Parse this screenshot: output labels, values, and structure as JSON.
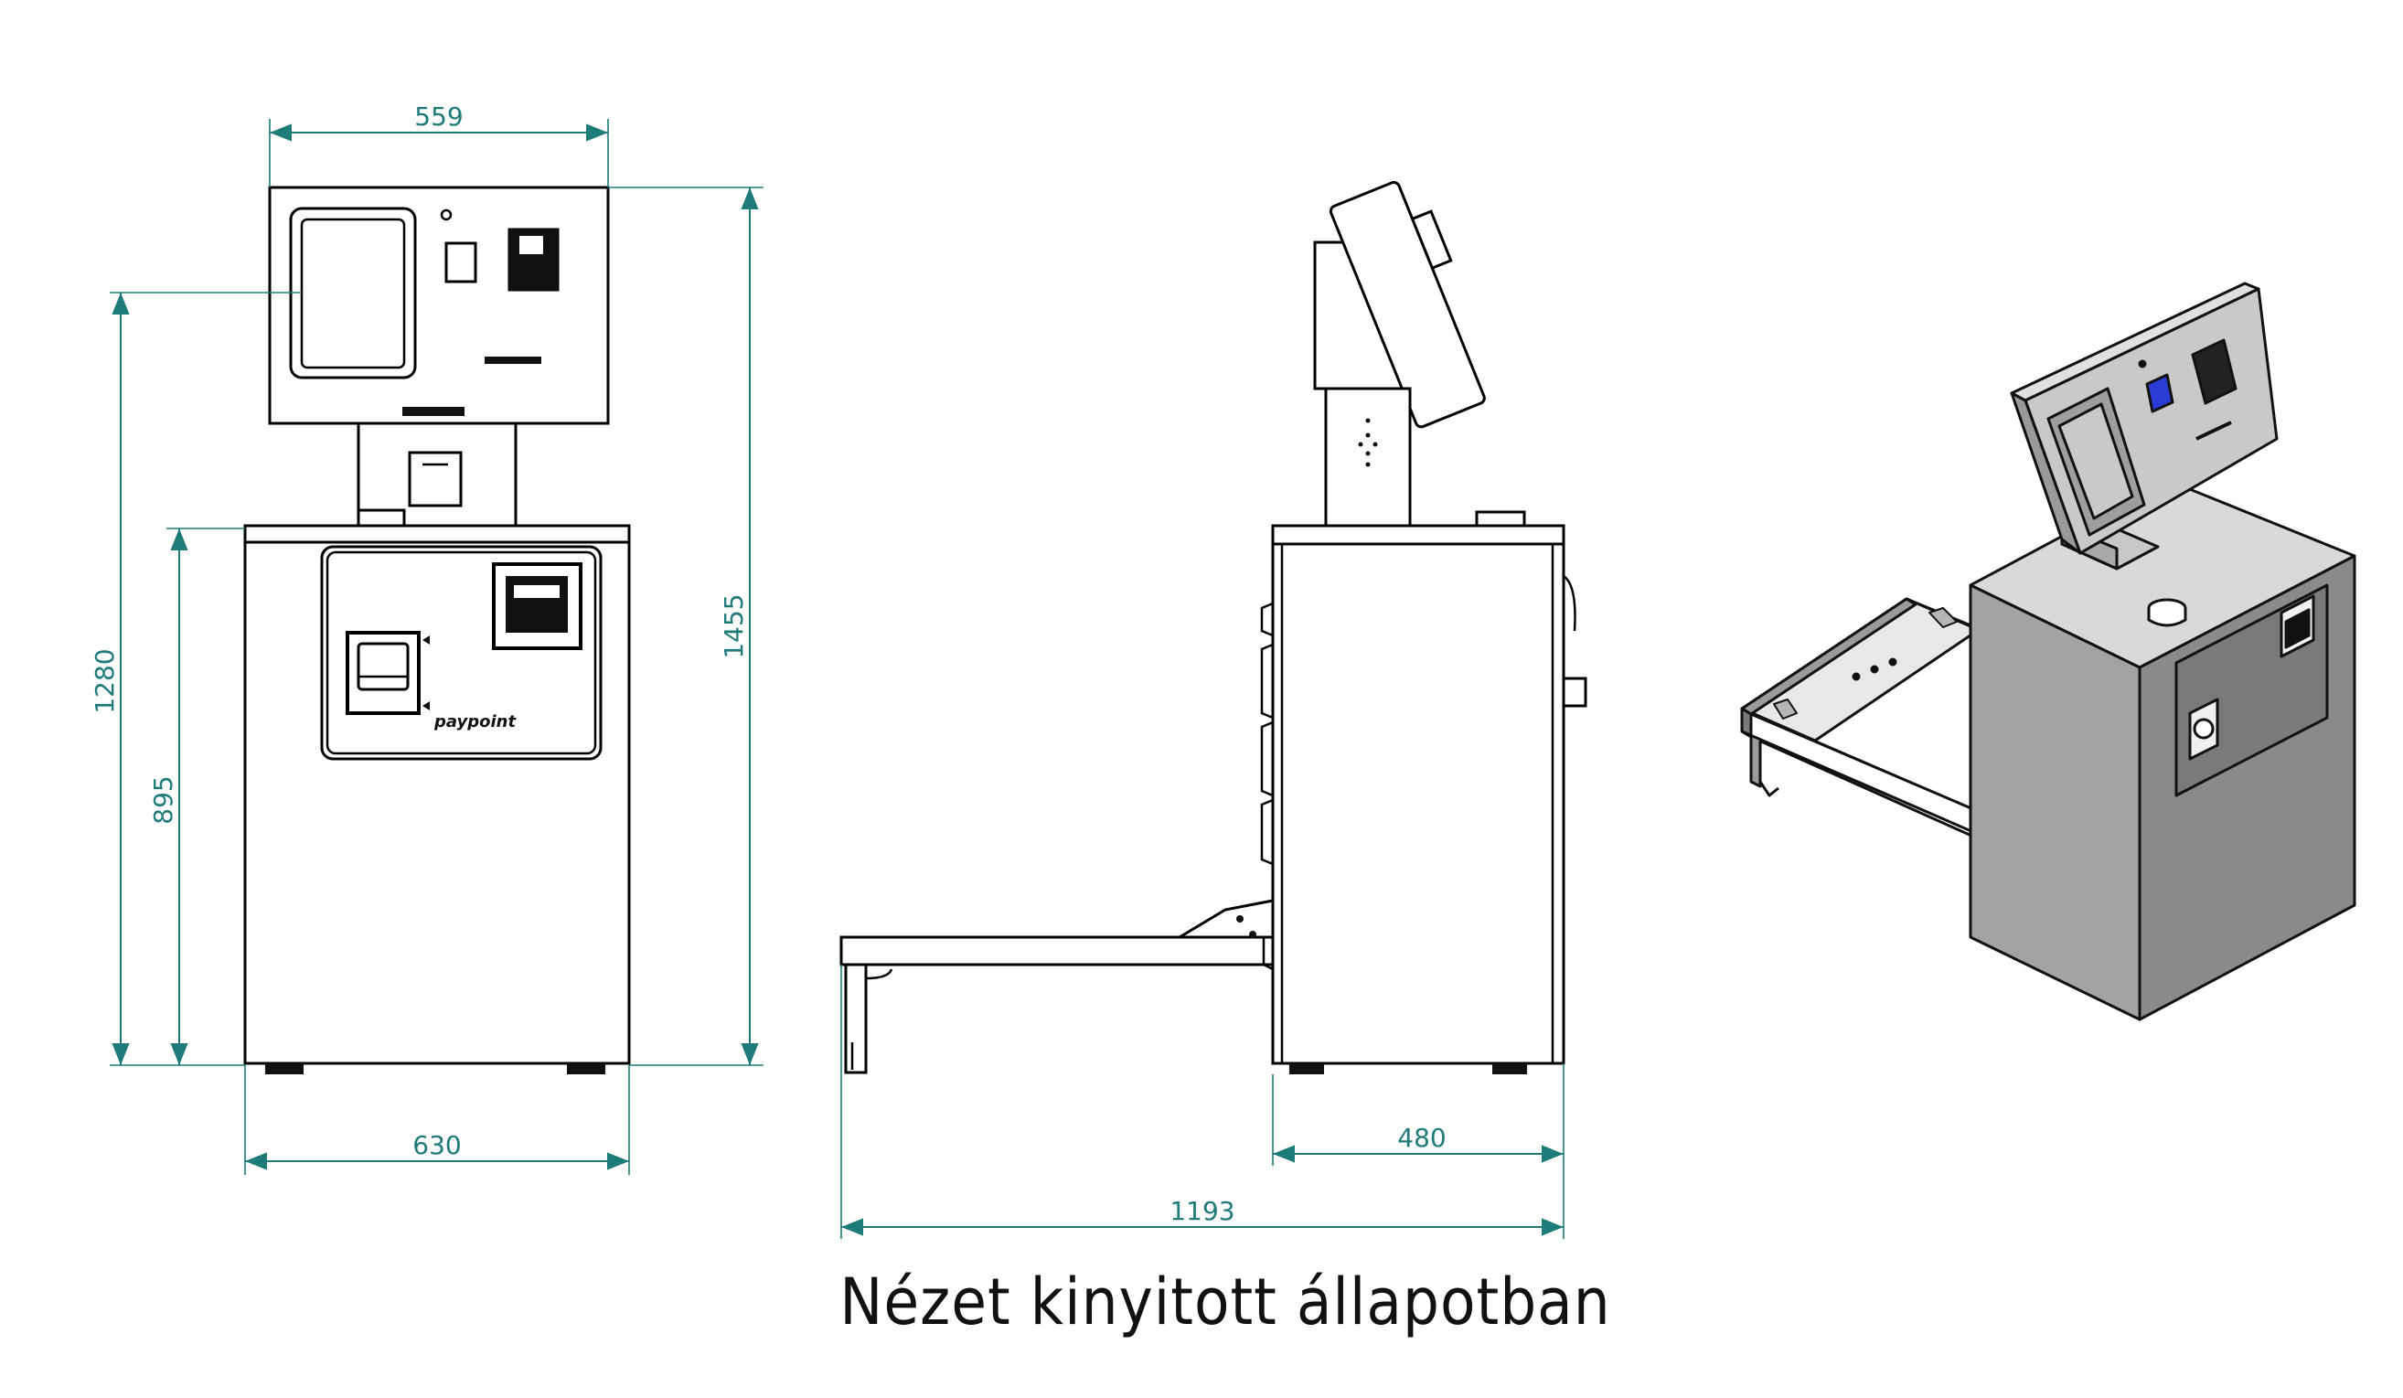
{
  "dimensions": {
    "front_width_top": "559",
    "front_height_total": "1455",
    "front_height_screen": "1280",
    "front_height_base": "895",
    "front_width_base": "630",
    "side_depth_cabinet": "480",
    "side_depth_open": "1193"
  },
  "caption": "Nézet kinyitott állapotban",
  "front_logo_text": "paypoint",
  "colors": {
    "dimension": "#1f7a7a",
    "line": "#000000",
    "iso_light": "#d6d6d6",
    "iso_mid": "#a9a9a9",
    "iso_dark": "#8c8c8c",
    "iso_screen": "#2b3bd6"
  }
}
